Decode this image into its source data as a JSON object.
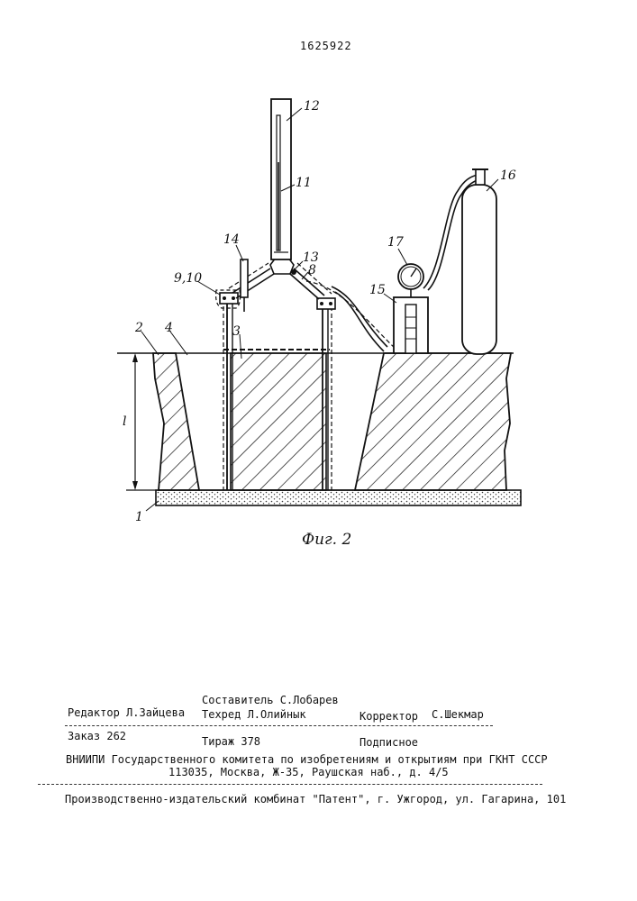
{
  "header": {
    "patent_number": "1625922"
  },
  "figure": {
    "caption": "Фиг. 2",
    "labels": {
      "l1": "1",
      "l2": "2",
      "l3": "3",
      "l4": "4",
      "l8": "8",
      "l910": "9,10",
      "l11": "11",
      "l12": "12",
      "l13": "13",
      "l14": "14",
      "l15": "15",
      "l16": "16",
      "l17": "17",
      "dim_l": "l"
    }
  },
  "imprint": {
    "compiler": "Составитель С.Лобарев",
    "editor": "Редактор Л.Зайцева",
    "techred": "Техред Л.Олийнык",
    "corrector_label": "Корректор",
    "corrector_name": "С.Шекмар",
    "order": "Заказ 262",
    "circulation": "Тираж 378",
    "subscription": "Подписное",
    "org_line": "ВНИИПИ Государственного комитета по изобретениям и открытиям при ГКНТ СССР",
    "address": "113035, Москва, Ж-35, Раушская наб., д. 4/5",
    "printer": "Производственно-издательский комбинат \"Патент\", г. Ужгород, ул. Гагарина, 101"
  }
}
